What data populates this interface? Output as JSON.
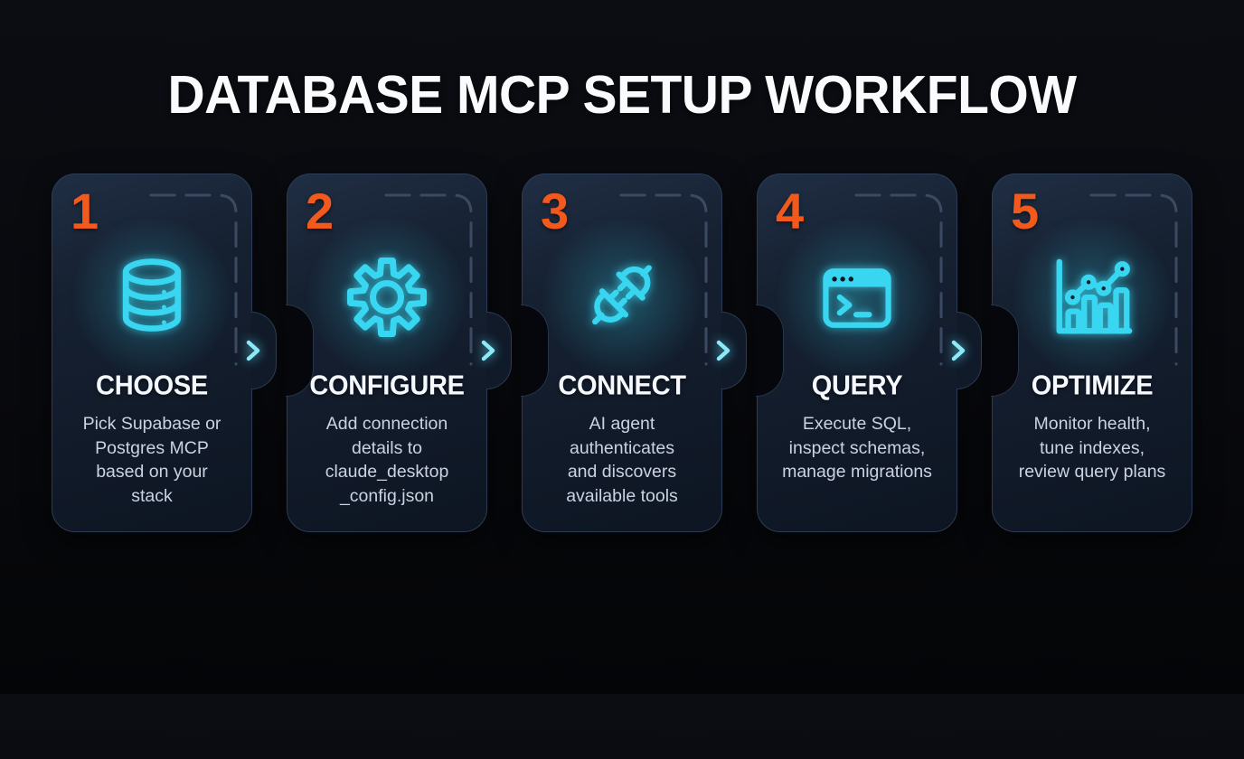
{
  "title": "DATABASE MCP SETUP WORKFLOW",
  "colors": {
    "background": "#08090d",
    "card_background": "#141e2e",
    "card_border": "#2d3c55",
    "accent_cyan": "#38d6f0",
    "chevron_cyan": "#8ce9f8",
    "accent_orange": "#f1591d",
    "heading_text": "#f5f8fc",
    "body_text": "#c9d3e1"
  },
  "steps": [
    {
      "number": "1",
      "icon": "database-icon",
      "heading": "CHOOSE",
      "description": "Pick Supabase or\nPostgres MCP\nbased on your\nstack"
    },
    {
      "number": "2",
      "icon": "gear-icon",
      "heading": "CONFIGURE",
      "description": "Add connection\ndetails to\nclaude_desktop\n_config.json"
    },
    {
      "number": "3",
      "icon": "plug-icon",
      "heading": "CONNECT",
      "description": "AI agent\nauthenticates\nand discovers\navailable tools"
    },
    {
      "number": "4",
      "icon": "terminal-icon",
      "heading": "QUERY",
      "description": "Execute SQL,\ninspect schemas,\nmanage migrations"
    },
    {
      "number": "5",
      "icon": "chart-icon",
      "heading": "OPTIMIZE",
      "description": "Monitor health,\ntune indexes,\nreview query plans"
    }
  ]
}
